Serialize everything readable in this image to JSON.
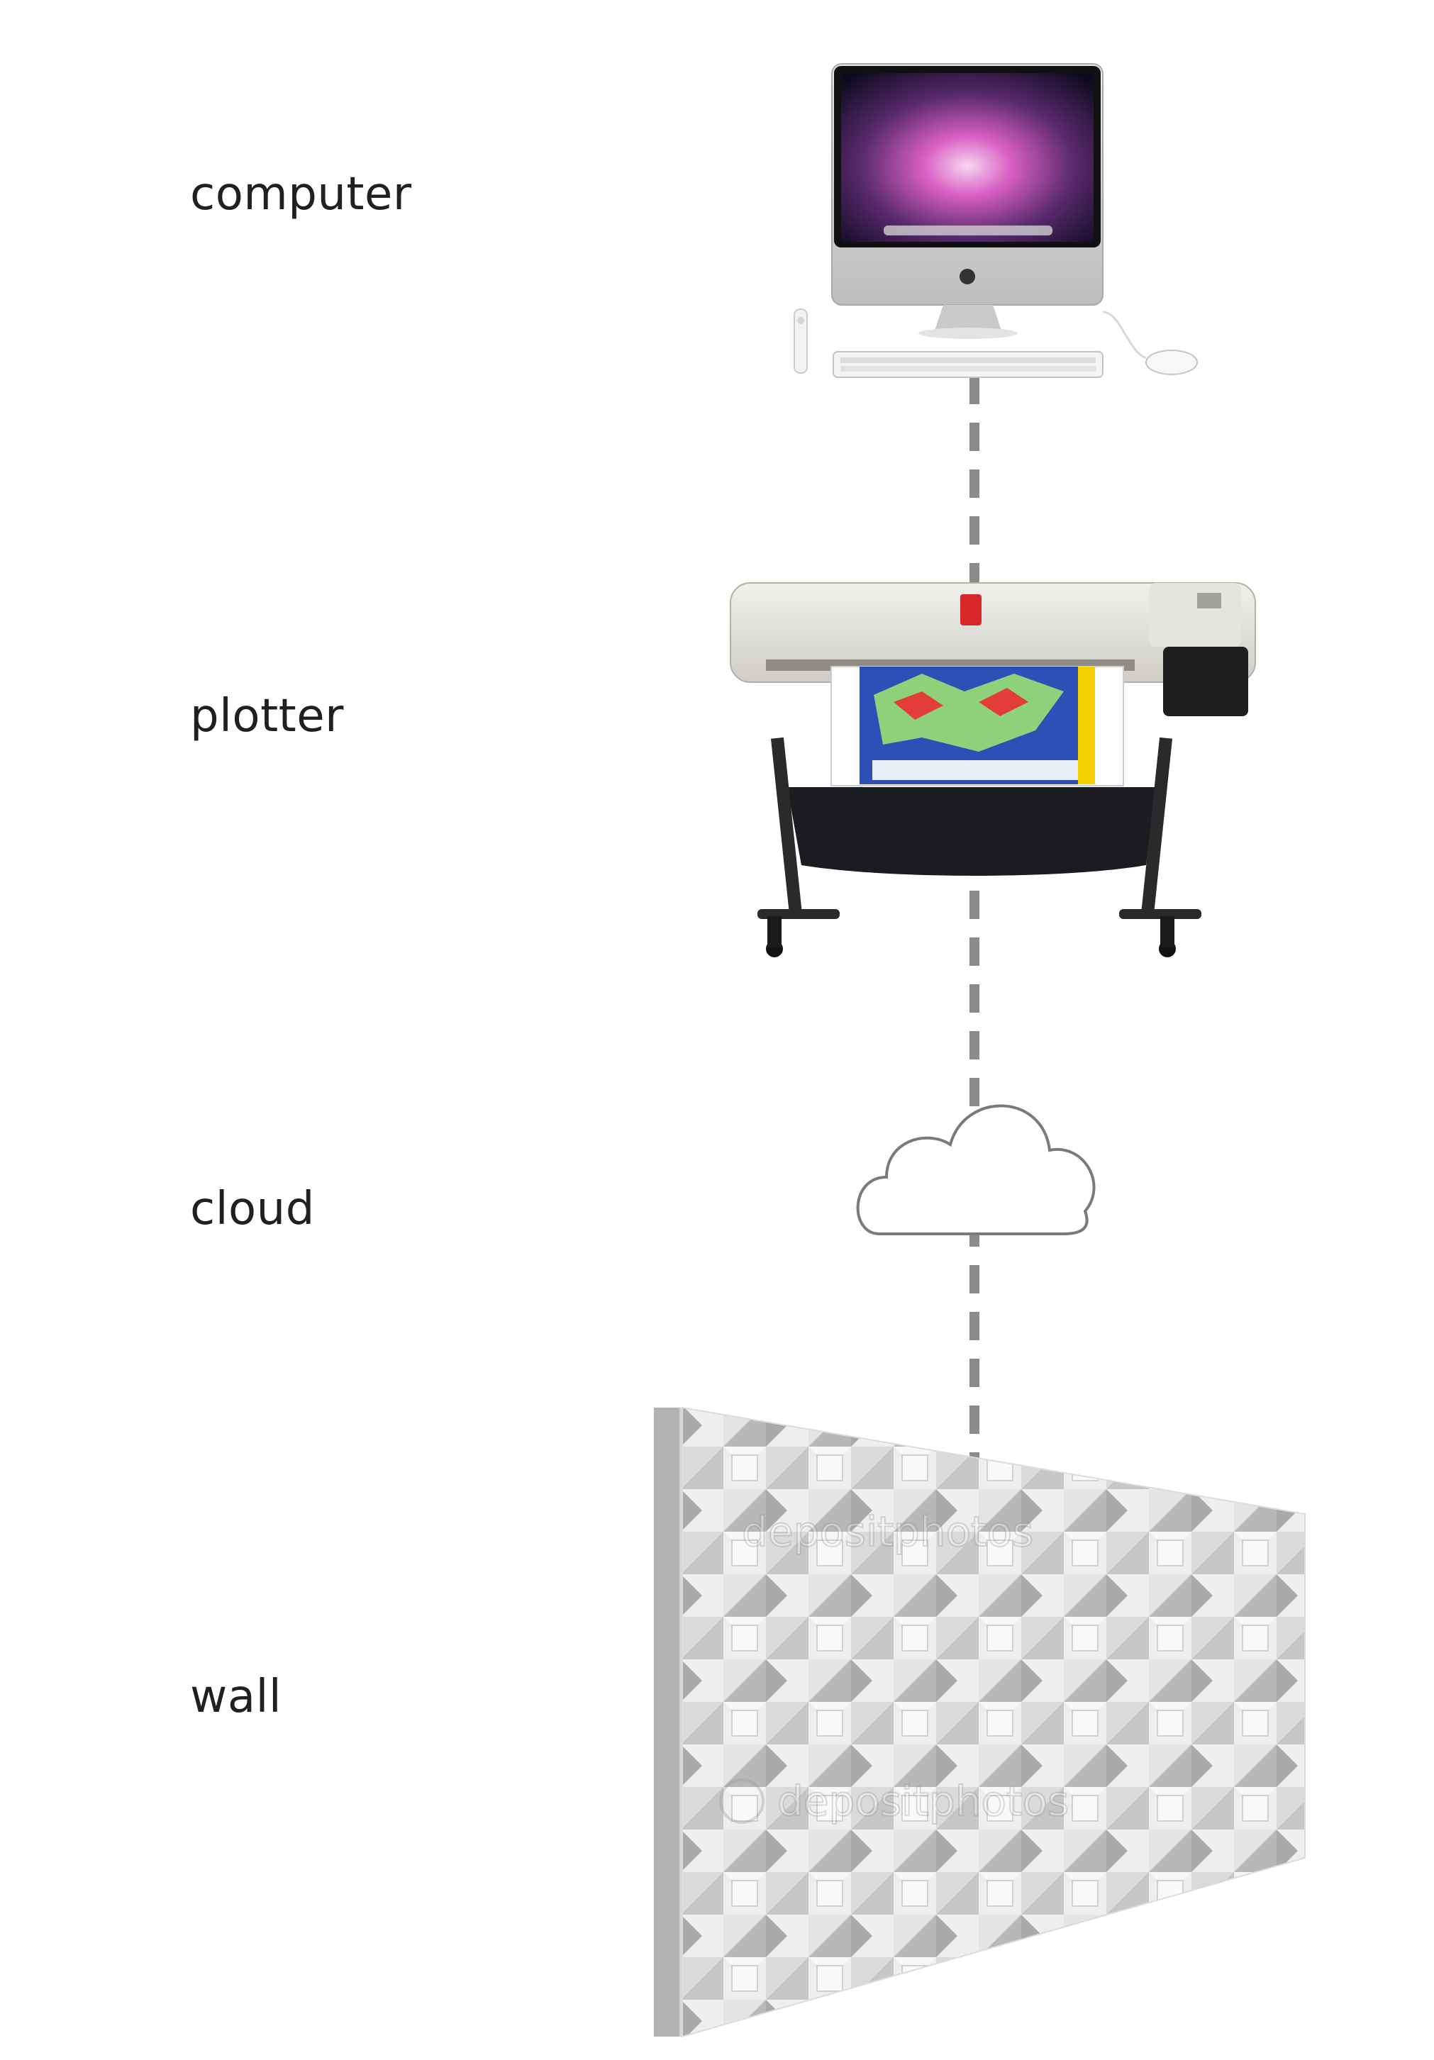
{
  "labels": {
    "computer": "computer",
    "plotter": "plotter",
    "cloud": "cloud",
    "wall": "wall"
  },
  "watermark": "depositphotos",
  "colors": {
    "text": "#231f20",
    "connector": "#8a8a8a",
    "cloud_stroke": "#7a7a7a",
    "wall_edge": "#b3b3b3",
    "screen_glow": "#d85fc4",
    "plotter_brand": "#d8282c",
    "print_blue": "#2d4fb6",
    "print_yellow": "#f5d000"
  },
  "icons": [
    "imac-icon",
    "remote-icon",
    "keyboard-icon",
    "mouse-icon",
    "plotter-icon",
    "cloud-icon",
    "wall-icon"
  ]
}
